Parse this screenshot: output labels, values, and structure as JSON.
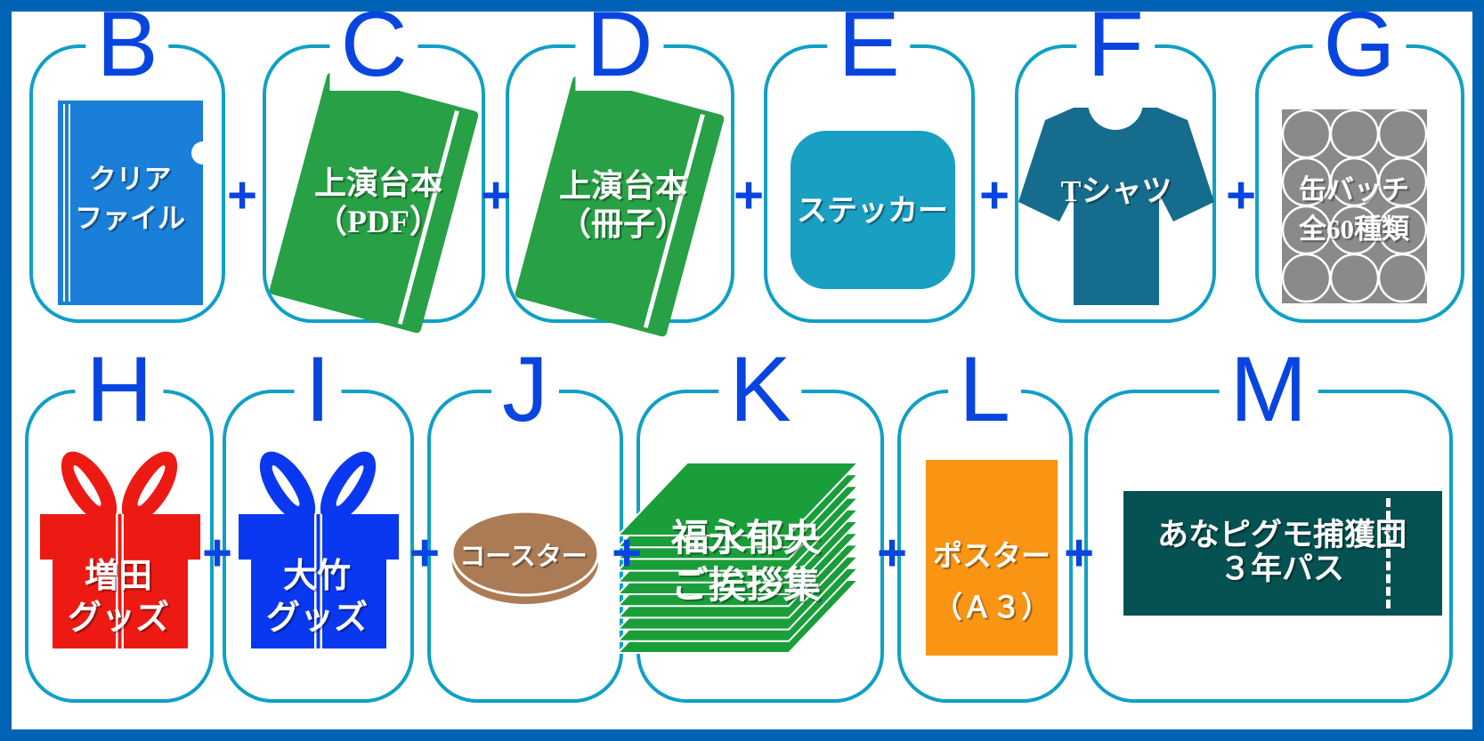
{
  "diagram": {
    "description": "Goods bundle tiers B-M, each card shows one goods item, joined by plus signs",
    "plus_sign": "+",
    "rows": [
      {
        "cards": [
          {
            "letter": "B",
            "item": "clear-file",
            "label_lines": [
              "クリア",
              "ファイル"
            ]
          },
          {
            "letter": "C",
            "item": "script-pdf",
            "label_lines": [
              "上演台本",
              "（PDF）"
            ]
          },
          {
            "letter": "D",
            "item": "script-booklet",
            "label_lines": [
              "上演台本",
              "（冊子）"
            ]
          },
          {
            "letter": "E",
            "item": "sticker",
            "label_lines": [
              "ステッカー"
            ]
          },
          {
            "letter": "F",
            "item": "t-shirt",
            "label_lines": [
              "Tシャツ"
            ]
          },
          {
            "letter": "G",
            "item": "can-badges",
            "label_lines": [
              "缶バッチ",
              "全60種類"
            ]
          }
        ]
      },
      {
        "cards": [
          {
            "letter": "H",
            "item": "gift-masuda",
            "label_lines": [
              "増田",
              "グッズ"
            ]
          },
          {
            "letter": "I",
            "item": "gift-otake",
            "label_lines": [
              "大竹",
              "グッズ"
            ]
          },
          {
            "letter": "J",
            "item": "coaster",
            "label_lines": [
              "コースター"
            ]
          },
          {
            "letter": "K",
            "item": "greetings-stack",
            "label_lines": [
              "福永郁央",
              "ご挨拶集"
            ]
          },
          {
            "letter": "L",
            "item": "poster",
            "label_lines": [
              "ポスター",
              "（Ａ３）"
            ]
          },
          {
            "letter": "M",
            "item": "ticket",
            "label_lines": [
              "あなピグモ捕獲団",
              "３年パス"
            ]
          }
        ]
      }
    ],
    "colors": {
      "frame_border": "#0063b6",
      "card_outline": "#0fa0c6",
      "letter_blue": "#0845e0",
      "plus_blue": "#0845e0",
      "clear_file": "#1a7fd8",
      "script_book": "#28a046",
      "sticker": "#199fc2",
      "t_shirt": "#166c8c",
      "badge_sheet": "#8a8a8a",
      "gift_masuda": "#ed1a14",
      "gift_otake": "#0a38f0",
      "coaster": "#ab7b55",
      "greetings_stack": "#1a9e3a",
      "poster": "#fa9513",
      "ticket": "#065151"
    }
  }
}
